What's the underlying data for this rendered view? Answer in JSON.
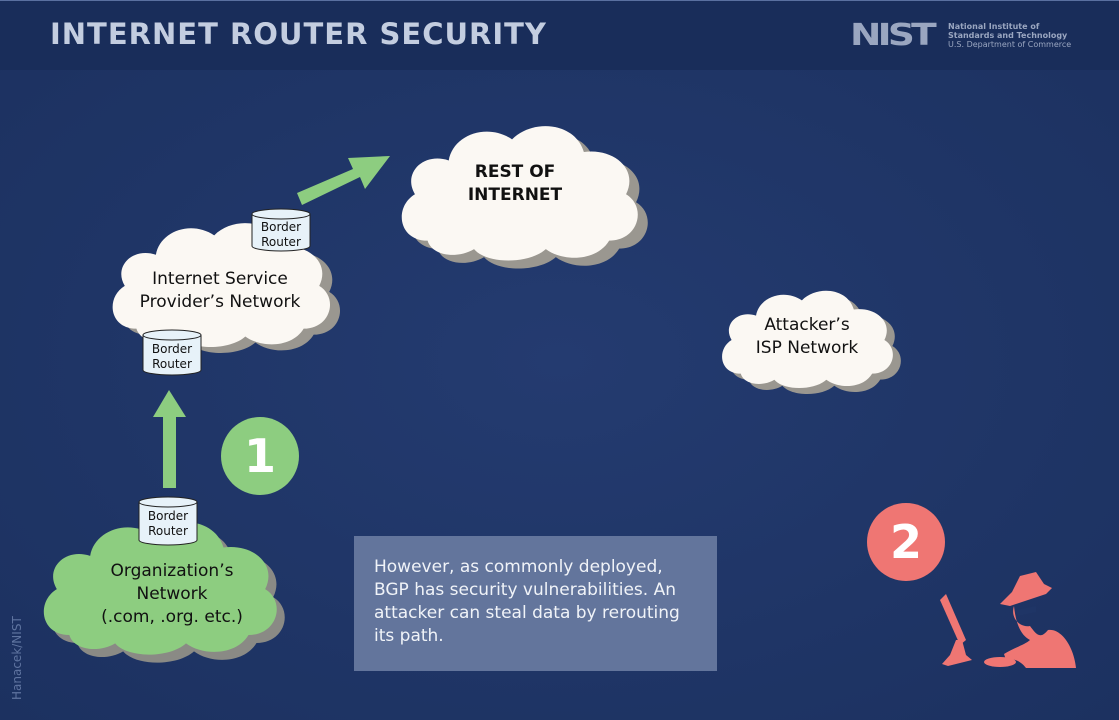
{
  "header": {
    "title": "INTERNET ROUTER SECURITY",
    "logo": {
      "mark": "NIST",
      "line1": "National Institute of",
      "line2": "Standards and Technology",
      "line3": "U.S. Department of Commerce"
    }
  },
  "colors": {
    "background": "#1f3566",
    "header": "#192d5a",
    "cloud_white": "#fbf8f3",
    "cloud_green": "#8dcd80",
    "arrow_green": "#8dcd80",
    "badge_green": "#8dcd80",
    "badge_red": "#ef7673",
    "attacker": "#ef7673",
    "info_box": "#63759c"
  },
  "clouds": {
    "internet": {
      "line1": "REST OF",
      "line2": "INTERNET"
    },
    "isp": {
      "line1": "Internet Service",
      "line2": "Provider’s Network"
    },
    "attacker_isp": {
      "line1": "Attacker’s",
      "line2": "ISP Network"
    },
    "organization": {
      "line1": "Organization’s",
      "line2": "Network",
      "line3": "(.com, .org. etc.)"
    }
  },
  "routers": {
    "label_line1": "Border",
    "label_line2": "Router"
  },
  "badges": {
    "step1": "1",
    "step2": "2"
  },
  "info": {
    "text": "However, as commonly deployed, BGP has security vulnerabilities. An attacker can steal data by rerouting its path."
  },
  "credit": "Hanacek/NIST"
}
